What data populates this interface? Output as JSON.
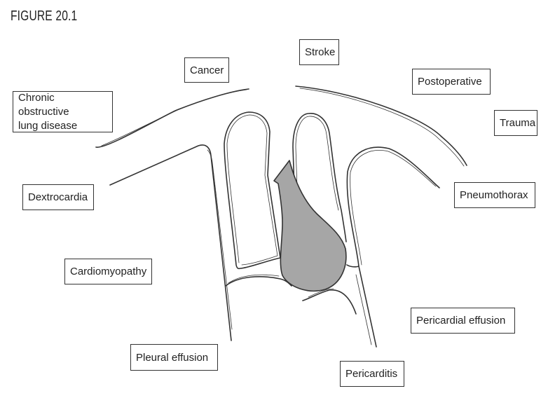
{
  "figure_title": "FIGURE 20.1",
  "colors": {
    "outline": "#333333",
    "heart_fill": "#a6a6a6",
    "box_border": "#333333",
    "background": "#ffffff"
  },
  "labels": {
    "cancer": "Cancer",
    "stroke": "Stroke",
    "postoperative": "Postoperative",
    "copd": "Chronic obstructive\nlung disease",
    "trauma": "Trauma",
    "dextrocardia": "Dextrocardia",
    "pneumothorax": "Pneumothorax",
    "cardiomyopathy": "Cardiomyopathy",
    "pericardial_effusion": "Pericardial effusion",
    "pleural_effusion": "Pleural effusion",
    "pericarditis": "Pericarditis"
  }
}
